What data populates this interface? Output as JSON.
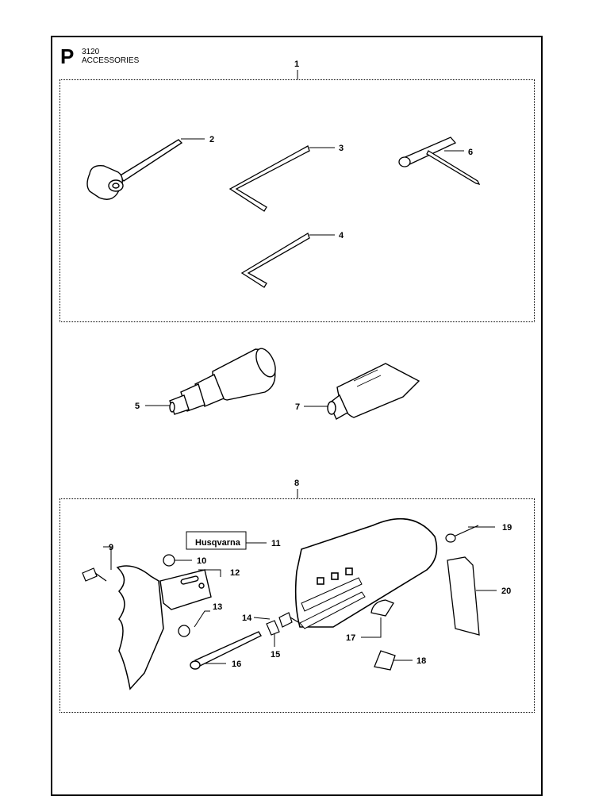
{
  "header": {
    "letter": "P",
    "model": "3120",
    "title": "ACCESSORIES",
    "logo_text": "Husqvarna"
  },
  "callouts": [
    "1",
    "2",
    "3",
    "4",
    "5",
    "6",
    "7",
    "8",
    "9",
    "10",
    "11",
    "12",
    "13",
    "14",
    "15",
    "16",
    "17",
    "18",
    "19",
    "20"
  ]
}
